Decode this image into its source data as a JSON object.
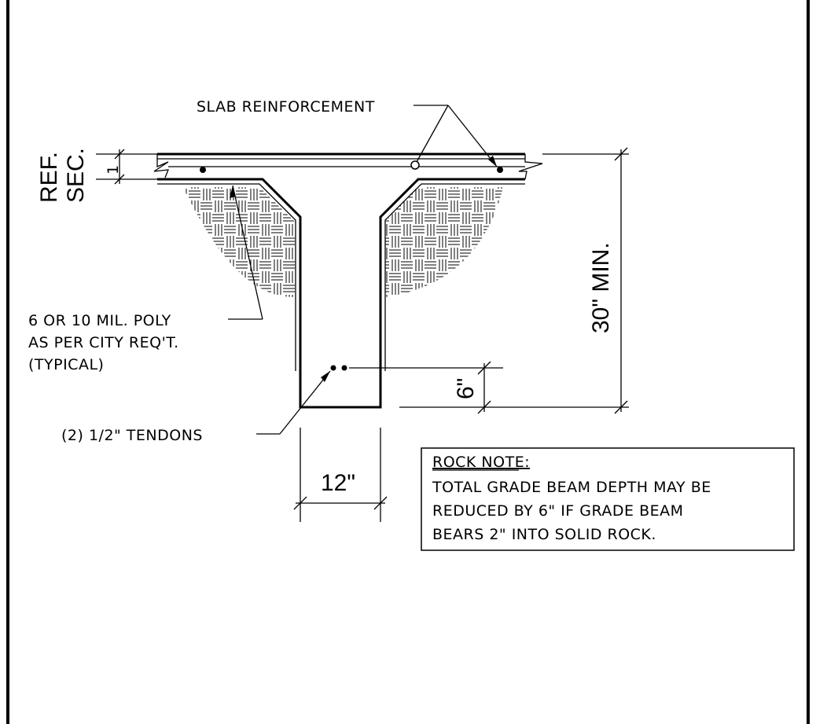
{
  "labels": {
    "slab_reinforcement": "SLAB REINFORCEMENT",
    "ref_sec_line1": "REF.",
    "ref_sec_line2": "SEC.",
    "ref_sec_number": "1",
    "depth_min": "30\" MIN.",
    "poly_line1": "6 OR 10 MIL. POLY",
    "poly_line2": "AS PER CITY REQ'T.",
    "poly_line3": "(TYPICAL)",
    "tendon_cover": "6\"",
    "tendons": "(2) 1/2\" TENDONS",
    "beam_width": "12\""
  },
  "rock_note": {
    "title": "ROCK NOTE:",
    "line1": "TOTAL GRADE BEAM DEPTH MAY BE",
    "line2": "REDUCED BY 6\" IF GRADE BEAM",
    "line3": "BEARS 2\" INTO SOLID ROCK."
  }
}
